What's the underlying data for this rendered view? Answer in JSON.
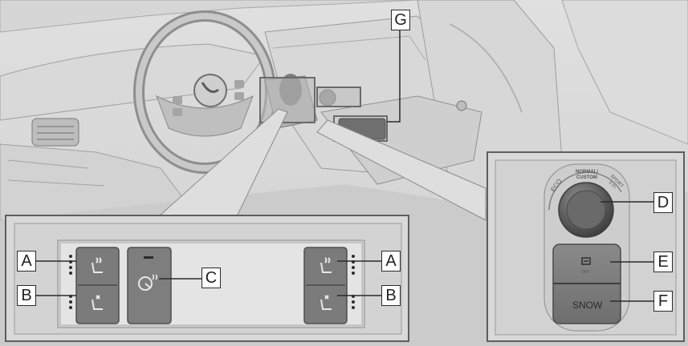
{
  "callouts": {
    "a_left": "A",
    "b_left": "B",
    "c": "C",
    "a_right": "A",
    "b_right": "B",
    "d": "D",
    "e": "E",
    "f": "F",
    "g": "G"
  },
  "drive_mode_dial": {
    "eco": "ECO",
    "normal_custom_line1": "NORMAL/",
    "normal_custom_line2": "CUSTOM",
    "sport_line1": "SPORT",
    "sport_line2": "S S+"
  },
  "buttons": {
    "off": "OFF",
    "snow": "SNOW"
  }
}
